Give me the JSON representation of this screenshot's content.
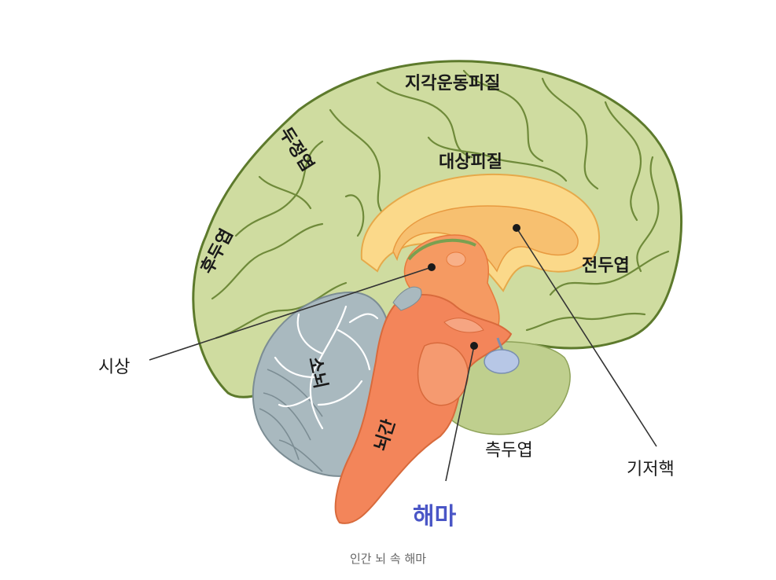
{
  "labels": {
    "motor_cortex": "지각운동피질",
    "cingulate_cortex": "대상피질",
    "parietal_lobe": "두정엽",
    "occipital_lobe": "후두엽",
    "frontal_lobe": "전두엽",
    "thalamus": "시상",
    "cerebellum": "소뇌",
    "brainstem": "뇌간",
    "temporal_lobe": "측두엽",
    "basal_ganglia": "기저핵",
    "hippocampus": "해마"
  },
  "caption": "인간 뇌 속 해마",
  "colors": {
    "cerebrum": "#cfdca0",
    "outline": "#5d7a2c",
    "cingulate": "#fbd98a",
    "limbic": "#f7b46a",
    "brainstem": "#f3855a",
    "cerebellum": "#a9b9bf",
    "temporal": "#bfcf8e",
    "hippocampus_label": "#4a56c6",
    "caption": "#666666"
  }
}
